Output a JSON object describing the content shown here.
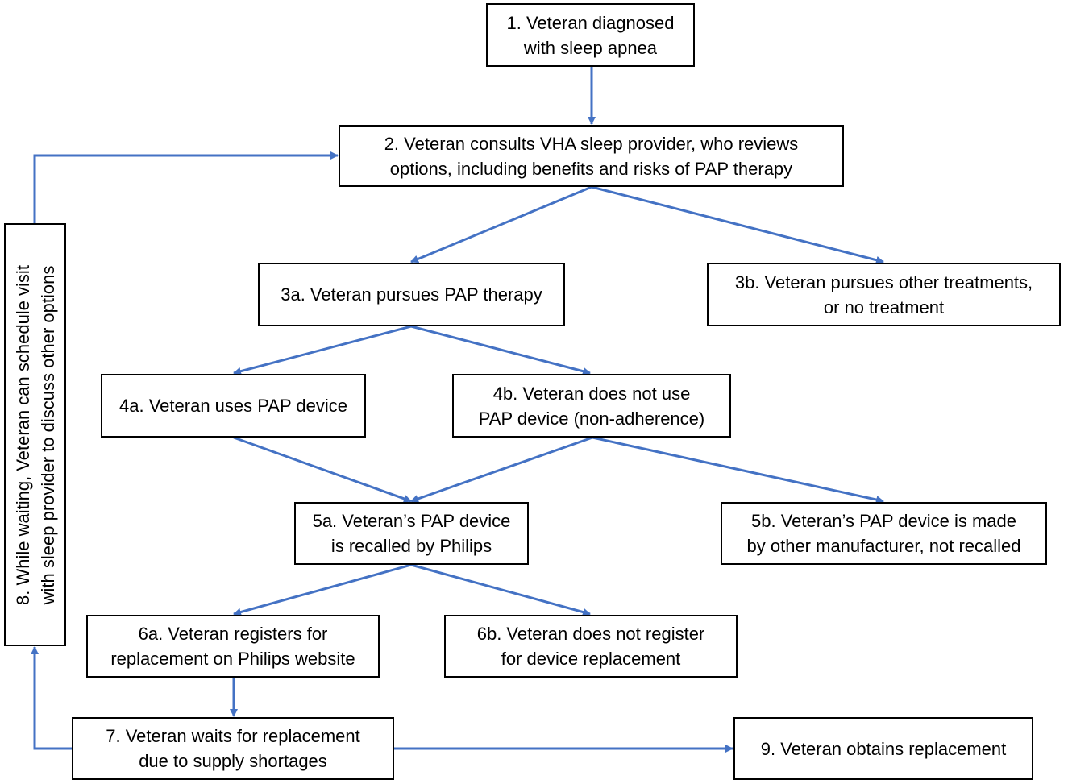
{
  "colors": {
    "arrow": "#4472C4",
    "box_border": "#000000",
    "text": "#000000"
  },
  "nodes": {
    "n1": {
      "line1": "1. Veteran diagnosed",
      "line2": "with sleep apnea"
    },
    "n2": {
      "line1": "2. Veteran consults VHA sleep provider, who reviews",
      "line2": "options, including benefits and risks of PAP therapy"
    },
    "n3a": {
      "line1": "3a. Veteran pursues PAP therapy"
    },
    "n3b": {
      "line1": "3b. Veteran pursues other treatments,",
      "line2": "or no treatment"
    },
    "n4a": {
      "line1": "4a. Veteran uses PAP device"
    },
    "n4b": {
      "line1": "4b. Veteran does not use",
      "line2": "PAP device (non-adherence)"
    },
    "n5a": {
      "line1": "5a. Veteran’s PAP device",
      "line2": "is recalled by Philips"
    },
    "n5b": {
      "line1": "5b. Veteran’s PAP device is made",
      "line2": "by other manufacturer, not recalled"
    },
    "n6a": {
      "line1": "6a. Veteran registers for",
      "line2": "replacement on Philips website"
    },
    "n6b": {
      "line1": "6b. Veteran does not register",
      "line2": "for device replacement"
    },
    "n7": {
      "line1": "7. Veteran waits for replacement",
      "line2": "due to supply shortages"
    },
    "n8": {
      "line1": "8. While waiting, Veteran can  schedule visit",
      "line2": "with sleep provider to discuss other options"
    },
    "n9": {
      "line1": "9. Veteran obtains replacement"
    }
  }
}
